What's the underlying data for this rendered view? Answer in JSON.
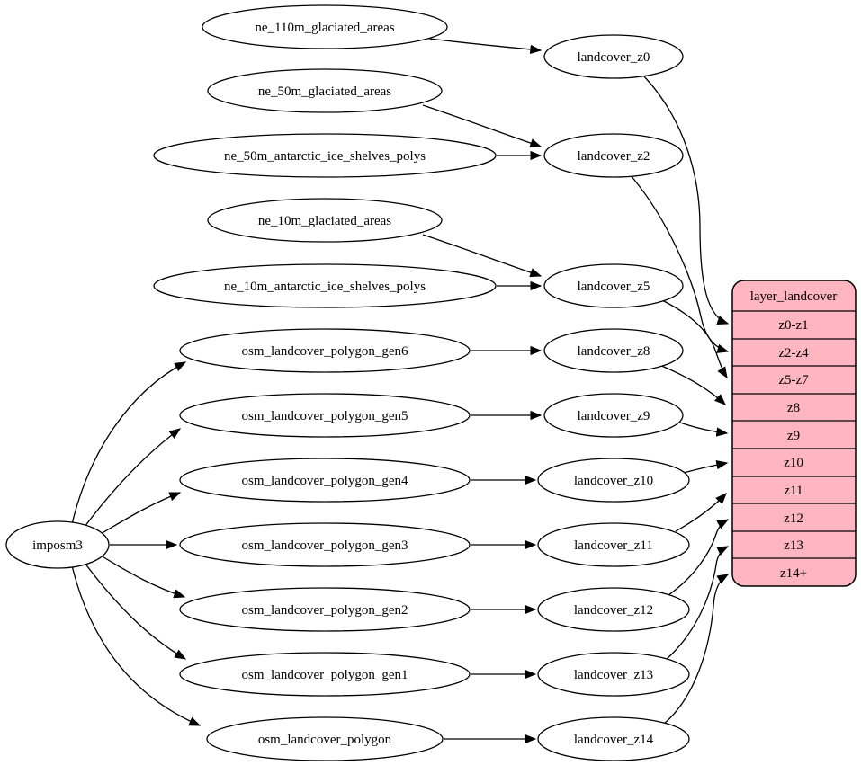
{
  "diagram": {
    "background": "#ffffff",
    "node_fill": "#ffffff",
    "stroke_color": "#000000",
    "importer": "imposm3",
    "sources": [
      "ne_110m_glaciated_areas",
      "ne_50m_glaciated_areas",
      "ne_50m_antarctic_ice_shelves_polys",
      "ne_10m_glaciated_areas",
      "ne_10m_antarctic_ice_shelves_polys",
      "osm_landcover_polygon_gen6",
      "osm_landcover_polygon_gen5",
      "osm_landcover_polygon_gen4",
      "osm_landcover_polygon_gen3",
      "osm_landcover_polygon_gen2",
      "osm_landcover_polygon_gen1",
      "osm_landcover_polygon"
    ],
    "intermediates": [
      "landcover_z0",
      "landcover_z2",
      "landcover_z5",
      "landcover_z8",
      "landcover_z9",
      "landcover_z10",
      "landcover_z11",
      "landcover_z12",
      "landcover_z13",
      "landcover_z14"
    ],
    "table": {
      "title": "layer_landcover",
      "fill": "#ffb6c1",
      "rows": [
        "z0-z1",
        "z2-z4",
        "z5-z7",
        "z8",
        "z9",
        "z10",
        "z11",
        "z12",
        "z13",
        "z14+"
      ]
    },
    "edges": [
      [
        "imposm3",
        "osm_landcover_polygon_gen6"
      ],
      [
        "imposm3",
        "osm_landcover_polygon_gen5"
      ],
      [
        "imposm3",
        "osm_landcover_polygon_gen4"
      ],
      [
        "imposm3",
        "osm_landcover_polygon_gen3"
      ],
      [
        "imposm3",
        "osm_landcover_polygon_gen2"
      ],
      [
        "imposm3",
        "osm_landcover_polygon_gen1"
      ],
      [
        "imposm3",
        "osm_landcover_polygon"
      ],
      [
        "ne_110m_glaciated_areas",
        "landcover_z0"
      ],
      [
        "ne_50m_glaciated_areas",
        "landcover_z2"
      ],
      [
        "ne_50m_antarctic_ice_shelves_polys",
        "landcover_z2"
      ],
      [
        "ne_10m_glaciated_areas",
        "landcover_z5"
      ],
      [
        "ne_10m_antarctic_ice_shelves_polys",
        "landcover_z5"
      ],
      [
        "osm_landcover_polygon_gen6",
        "landcover_z8"
      ],
      [
        "osm_landcover_polygon_gen5",
        "landcover_z9"
      ],
      [
        "osm_landcover_polygon_gen4",
        "landcover_z10"
      ],
      [
        "osm_landcover_polygon_gen3",
        "landcover_z11"
      ],
      [
        "osm_landcover_polygon_gen2",
        "landcover_z12"
      ],
      [
        "osm_landcover_polygon_gen1",
        "landcover_z13"
      ],
      [
        "osm_landcover_polygon",
        "landcover_z14"
      ],
      [
        "landcover_z0",
        "z0-z1"
      ],
      [
        "landcover_z2",
        "z2-z4"
      ],
      [
        "landcover_z5",
        "z5-z7"
      ],
      [
        "landcover_z8",
        "z8"
      ],
      [
        "landcover_z9",
        "z9"
      ],
      [
        "landcover_z10",
        "z10"
      ],
      [
        "landcover_z11",
        "z11"
      ],
      [
        "landcover_z12",
        "z12"
      ],
      [
        "landcover_z13",
        "z13"
      ],
      [
        "landcover_z14",
        "z14+"
      ]
    ]
  }
}
